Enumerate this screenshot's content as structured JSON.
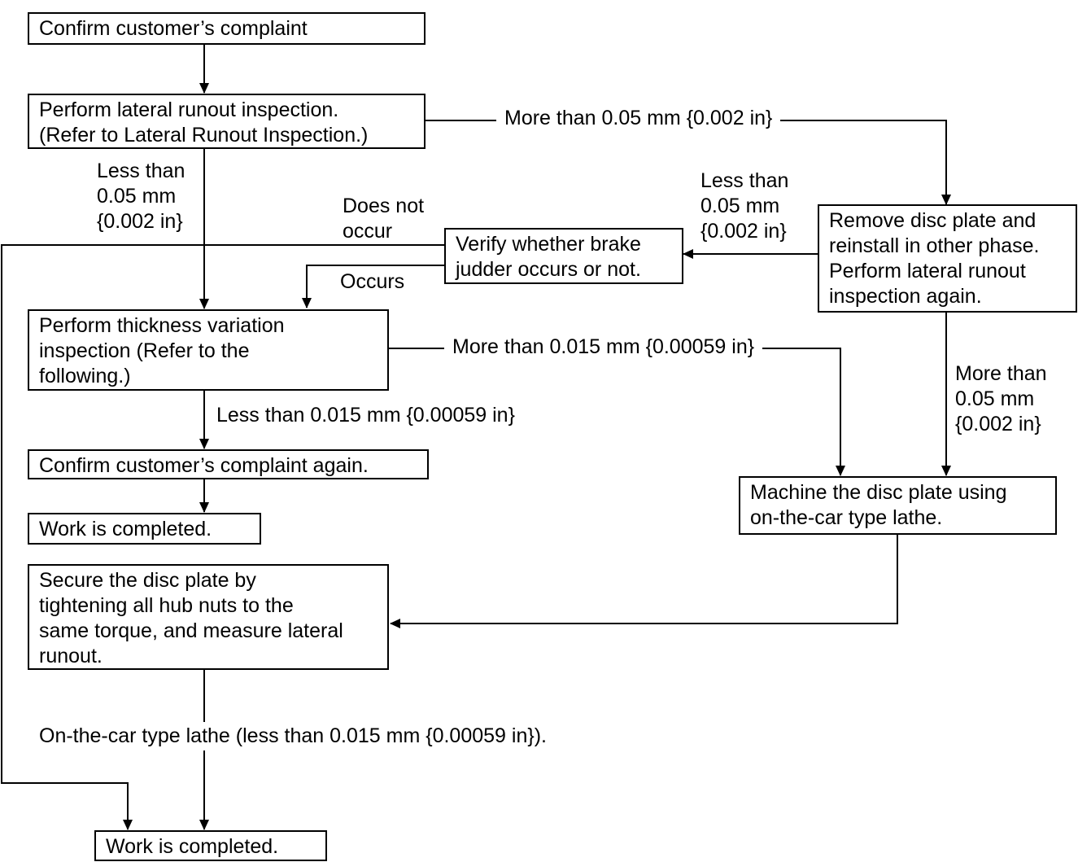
{
  "boxes": {
    "confirm_complaint": "Confirm customer’s complaint",
    "lateral_runout": "Perform lateral runout inspection.\n(Refer to Lateral Runout Inspection.)",
    "remove_disc": "Remove disc plate and\nreinstall in other phase.\nPerform lateral runout\ninspection again.",
    "verify_judder": "Verify whether brake\njudder occurs or not.",
    "thickness_variation": "Perform thickness variation\ninspection (Refer to the\nfollowing.)",
    "confirm_again": "Confirm customer’s complaint again.",
    "work_completed_1": "Work is completed.",
    "machine_disc": "Machine the disc plate using\non-the-car type lathe.",
    "secure_disc": "Secure the disc plate by\ntightening all hub nuts to the\nsame torque, and measure lateral\nrunout.",
    "work_completed_2": "Work is completed."
  },
  "labels": {
    "more_than_005_top": "More than 0.05 mm {0.002 in}",
    "less_than_005_left": "Less than\n0.05 mm\n{0.002 in}",
    "less_than_005_mid": "Less than\n0.05 mm\n{0.002 in}",
    "does_not_occur": "Does not\noccur",
    "occurs": "Occurs",
    "more_than_0015": "More than 0.015 mm {0.00059 in}",
    "less_than_0015": "Less than 0.015 mm {0.00059 in}",
    "more_than_005_right": "More than\n0.05 mm\n{0.002 in}",
    "lathe_result": "On-the-car type lathe (less than 0.015 mm {0.00059 in})."
  },
  "colors": {
    "line": "#000000",
    "background": "#ffffff"
  }
}
